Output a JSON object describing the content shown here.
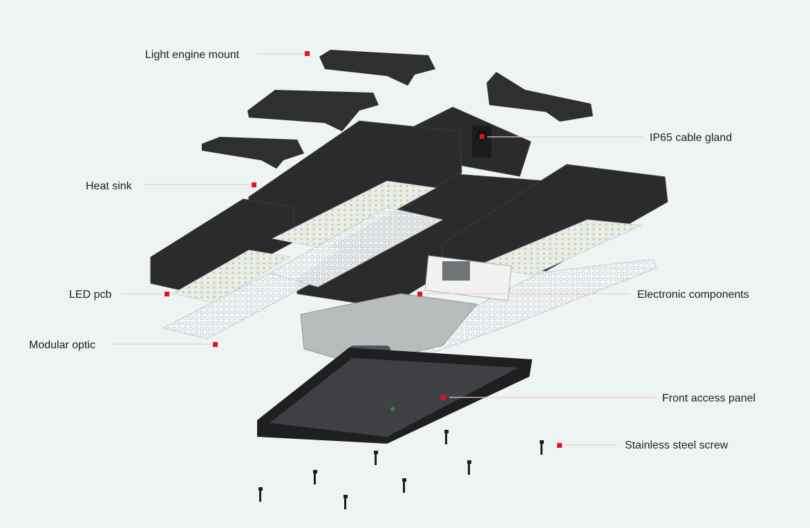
{
  "colors": {
    "background": "#eef3f4",
    "marker": "#e0141c",
    "leader": "#f2c9cb",
    "housing": "#2b2b2d"
  },
  "labels": {
    "light_engine_mount": "Light engine mount",
    "ip65_cable_gland": "IP65 cable gland",
    "heat_sink": "Heat sink",
    "led_pcb": "LED pcb",
    "modular_optic": "Modular optic",
    "electronic_components": "Electronic components",
    "front_access_panel": "Front access panel",
    "stainless_steel_screw": "Stainless steel screw"
  }
}
